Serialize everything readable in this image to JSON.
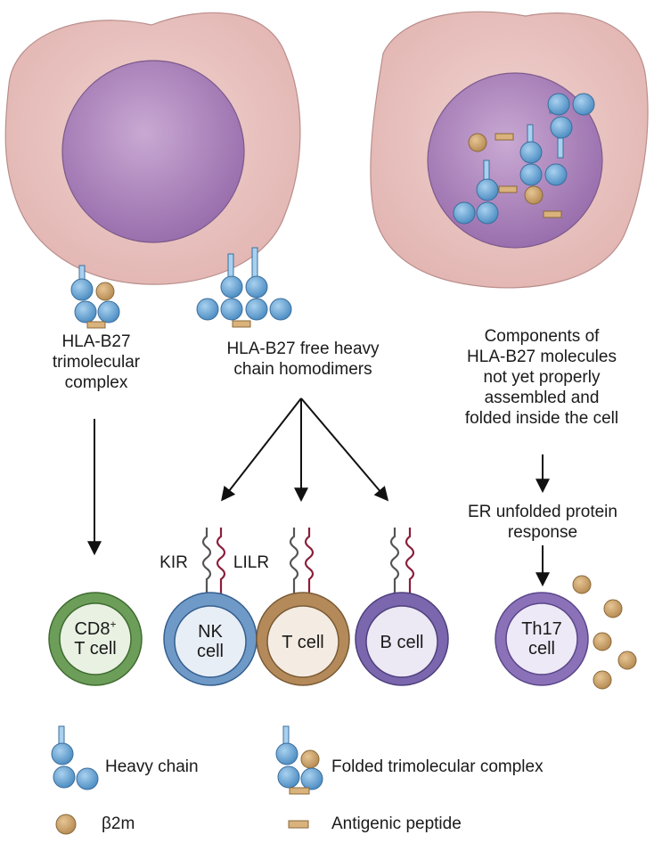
{
  "labels": {
    "trimolecular": [
      "HLA-B27",
      "trimolecular",
      "complex"
    ],
    "homodimers": [
      "HLA-B27 free heavy",
      "chain homodimers"
    ],
    "components": [
      "Components of",
      "HLA-B27 molecules",
      "not yet properly",
      "assembled and",
      "folded inside the cell"
    ],
    "er_response": [
      "ER unfolded protein",
      "response"
    ],
    "kir": "KIR",
    "lilr": "LILR"
  },
  "cells": {
    "cd8": {
      "line1": "CD8",
      "sup": "+",
      "line2": "T cell"
    },
    "nk": {
      "line1": "NK",
      "line2": "cell"
    },
    "t": {
      "line1": "T cell"
    },
    "b": {
      "line1": "B cell"
    },
    "th17": {
      "line1": "Th17",
      "line2": "cell"
    }
  },
  "legend": {
    "heavy_chain": "Heavy chain",
    "folded_complex": "Folded trimolecular complex",
    "b2m": "β2m",
    "peptide": "Antigenic peptide"
  },
  "colors": {
    "cell_body": "#e7c2c0",
    "nucleus": "#a77fb5",
    "heavy_chain": "#6fa9d8",
    "b2m": "#cda873",
    "peptide": "#d9b27c",
    "cd8_cell": "#6c9e5a",
    "nk_cell": "#6f9ac8",
    "t_cell": "#b48a5a",
    "b_cell": "#7b67ad",
    "th17_cell": "#8b72b8",
    "kir_receptor": "#555555",
    "lilr_receptor": "#8a1f3b"
  }
}
